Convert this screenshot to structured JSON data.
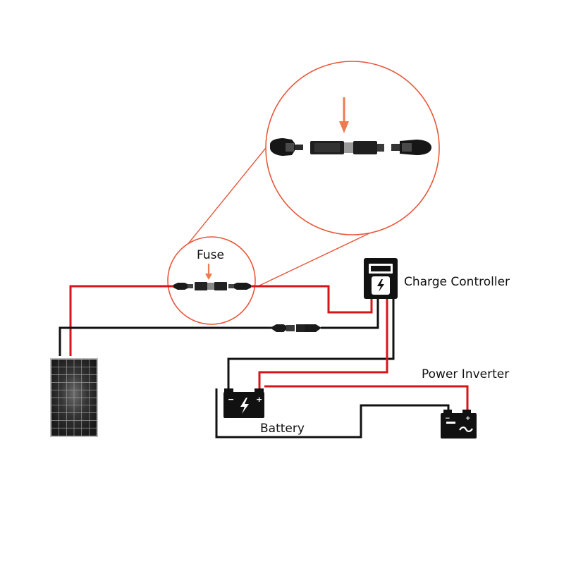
{
  "labels": {
    "fuse": "Fuse",
    "charge_controller": "Charge Controller",
    "battery": "Battery",
    "power_inverter": "Power Inverter"
  },
  "battery_terminals": {
    "negative": "−",
    "positive": "+"
  },
  "inverter_terminals": {
    "negative": "−",
    "positive": "+"
  },
  "icons": {
    "solar_panel": "solar-panel-icon",
    "charge_controller": "charge-controller-icon",
    "battery": "battery-icon",
    "inverter": "power-inverter-icon",
    "fuse_holder": "inline-fuse-holder-icon",
    "mc4_connector": "mc4-connector-icon",
    "pointer": "arrow-down-icon"
  },
  "colors": {
    "positive_wire": "#d7141a",
    "negative_wire": "#111111",
    "callout": "#e8573a",
    "arrow": "#ee7a50",
    "panel_cell": "#2a2a2a",
    "device_body": "#111111"
  }
}
